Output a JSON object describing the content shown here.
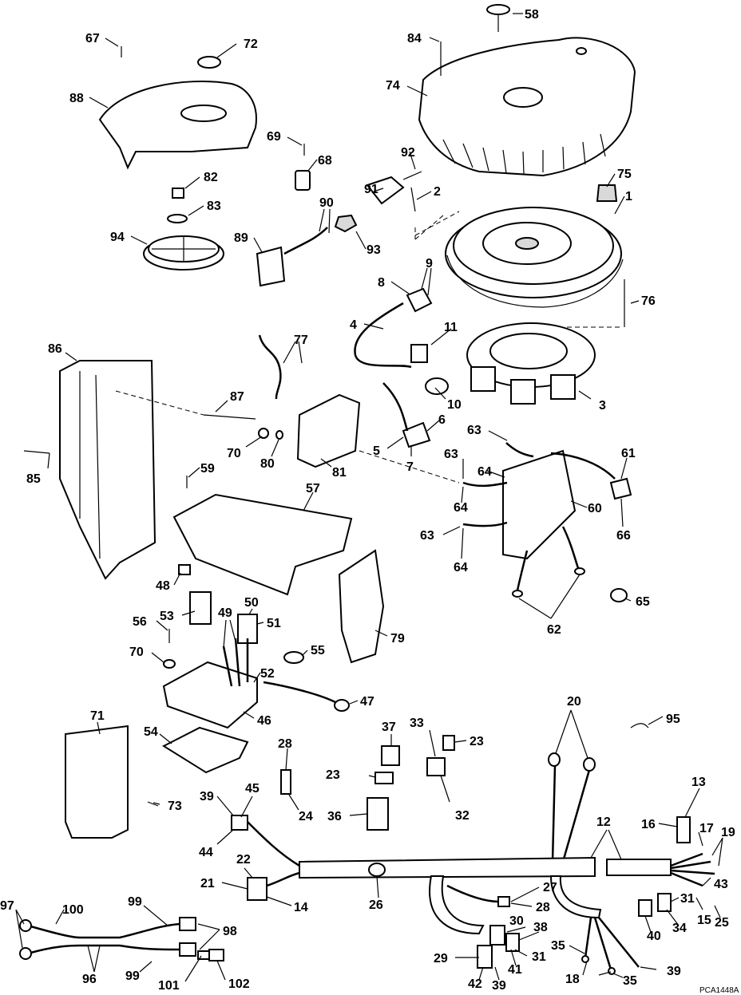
{
  "diagram": {
    "reference_code": "PCA1448A",
    "callouts": [
      {
        "label": "58"
      },
      {
        "label": "84"
      },
      {
        "label": "67"
      },
      {
        "label": "72"
      },
      {
        "label": "74"
      },
      {
        "label": "88"
      },
      {
        "label": "69"
      },
      {
        "label": "92"
      },
      {
        "label": "68"
      },
      {
        "label": "75"
      },
      {
        "label": "82"
      },
      {
        "label": "91"
      },
      {
        "label": "2"
      },
      {
        "label": "83"
      },
      {
        "label": "90"
      },
      {
        "label": "1"
      },
      {
        "label": "94"
      },
      {
        "label": "89"
      },
      {
        "label": "93"
      },
      {
        "label": "9"
      },
      {
        "label": "8"
      },
      {
        "label": "76"
      },
      {
        "label": "4"
      },
      {
        "label": "11"
      },
      {
        "label": "77"
      },
      {
        "label": "86"
      },
      {
        "label": "10"
      },
      {
        "label": "3"
      },
      {
        "label": "87"
      },
      {
        "label": "6"
      },
      {
        "label": "63"
      },
      {
        "label": "5"
      },
      {
        "label": "70"
      },
      {
        "label": "80"
      },
      {
        "label": "7"
      },
      {
        "label": "63"
      },
      {
        "label": "61"
      },
      {
        "label": "64"
      },
      {
        "label": "81"
      },
      {
        "label": "85"
      },
      {
        "label": "59"
      },
      {
        "label": "64"
      },
      {
        "label": "60"
      },
      {
        "label": "57"
      },
      {
        "label": "63"
      },
      {
        "label": "66"
      },
      {
        "label": "64"
      },
      {
        "label": "48"
      },
      {
        "label": "65"
      },
      {
        "label": "62"
      },
      {
        "label": "53"
      },
      {
        "label": "49"
      },
      {
        "label": "50"
      },
      {
        "label": "51"
      },
      {
        "label": "56"
      },
      {
        "label": "79"
      },
      {
        "label": "70"
      },
      {
        "label": "55"
      },
      {
        "label": "52"
      },
      {
        "label": "47"
      },
      {
        "label": "46"
      },
      {
        "label": "20"
      },
      {
        "label": "71"
      },
      {
        "label": "37"
      },
      {
        "label": "33"
      },
      {
        "label": "23"
      },
      {
        "label": "95"
      },
      {
        "label": "54"
      },
      {
        "label": "28"
      },
      {
        "label": "23"
      },
      {
        "label": "13"
      },
      {
        "label": "73"
      },
      {
        "label": "39"
      },
      {
        "label": "45"
      },
      {
        "label": "36"
      },
      {
        "label": "32"
      },
      {
        "label": "24"
      },
      {
        "label": "12"
      },
      {
        "label": "16"
      },
      {
        "label": "17"
      },
      {
        "label": "19"
      },
      {
        "label": "44"
      },
      {
        "label": "22"
      },
      {
        "label": "43"
      },
      {
        "label": "21"
      },
      {
        "label": "14"
      },
      {
        "label": "26"
      },
      {
        "label": "27"
      },
      {
        "label": "28"
      },
      {
        "label": "31"
      },
      {
        "label": "15"
      },
      {
        "label": "25"
      },
      {
        "label": "97"
      },
      {
        "label": "100"
      },
      {
        "label": "99"
      },
      {
        "label": "98"
      },
      {
        "label": "30"
      },
      {
        "label": "38"
      },
      {
        "label": "40"
      },
      {
        "label": "34"
      },
      {
        "label": "35"
      },
      {
        "label": "96"
      },
      {
        "label": "99"
      },
      {
        "label": "101"
      },
      {
        "label": "102"
      },
      {
        "label": "29"
      },
      {
        "label": "31"
      },
      {
        "label": "41"
      },
      {
        "label": "18"
      },
      {
        "label": "35"
      },
      {
        "label": "39"
      },
      {
        "label": "42"
      },
      {
        "label": "39"
      }
    ]
  }
}
